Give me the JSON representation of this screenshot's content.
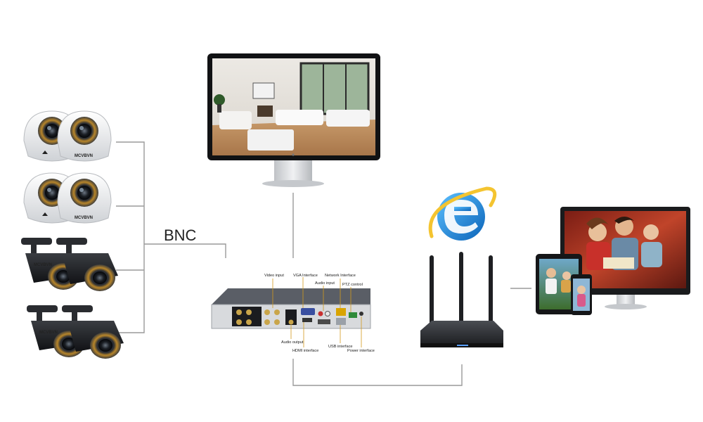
{
  "diagram": {
    "connection_label": "BNC",
    "camera_brand": "MCVBVN",
    "dvr_ports": {
      "video_input": "Video input",
      "vga_interface": "VGA Interface",
      "network_interface": "Network Interface",
      "audio_input": "Audio input",
      "ptz_control": "PTZ control",
      "audio_output": "Audio output",
      "hdmi_interface": "HDMI interface",
      "usb_interface": "USB interface",
      "power_interface": "Power interface"
    }
  },
  "colors": {
    "wire": "#9a9a9a",
    "dvr_top": "#5a5e66",
    "dvr_front": "#d8dadd",
    "router": "#2a2c30",
    "ie_blue": "#1e8fe0"
  }
}
